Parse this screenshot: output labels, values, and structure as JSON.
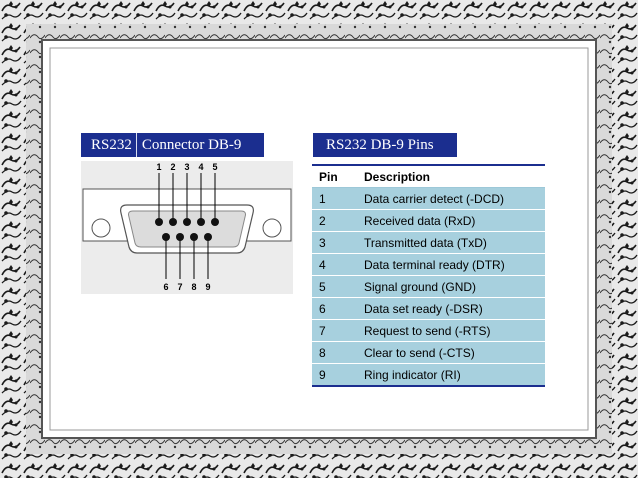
{
  "left_panel": {
    "title_part1": "RS232",
    "title_part2": "Connector DB-9",
    "diagram": {
      "top_pins": [
        "1",
        "2",
        "3",
        "4",
        "5"
      ],
      "bottom_pins": [
        "6",
        "7",
        "8",
        "9"
      ]
    }
  },
  "right_panel": {
    "title": "RS232 DB-9 Pins",
    "headers": [
      "Pin",
      "Description"
    ],
    "rows": [
      [
        "1",
        "Data carrier detect (-DCD)"
      ],
      [
        "2",
        "Received data (RxD)"
      ],
      [
        "3",
        "Transmitted data (TxD)"
      ],
      [
        "4",
        "Data terminal ready (DTR)"
      ],
      [
        "5",
        "Signal ground (GND)"
      ],
      [
        "6",
        "Data set ready (-DSR)"
      ],
      [
        "7",
        "Request to send (-RTS)"
      ],
      [
        "8",
        "Clear to send (-CTS)"
      ],
      [
        "9",
        "Ring indicator (RI)"
      ]
    ]
  },
  "colors": {
    "heading_background": "#1b2e8f",
    "table_row_background": "#a7d0de",
    "frame_ink": "#1a1a1a"
  }
}
